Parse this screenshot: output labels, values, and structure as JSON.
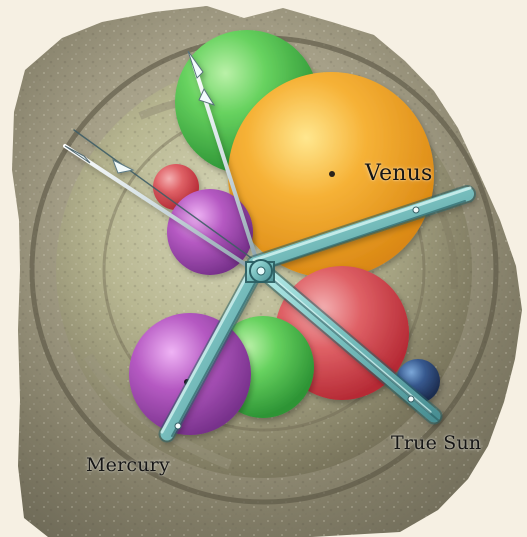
{
  "labels": {
    "venus": "Venus",
    "true_sun": "True Sun",
    "mercury": "Mercury"
  },
  "colors": {
    "background": "#f6f0e3",
    "mechanism_stone": "#b9b39b",
    "bronze_shadow": "#6d6751",
    "pointer_teal": "#79c0bf",
    "pointer_outline": "#2c5f63",
    "venus_orange": "#f0a21c",
    "green_sphere": "#55c857",
    "red_sphere": "#d9474e",
    "purple_sphere": "#9d3aa8",
    "navy_sphere": "#2b4977",
    "label_text": "#161616"
  }
}
